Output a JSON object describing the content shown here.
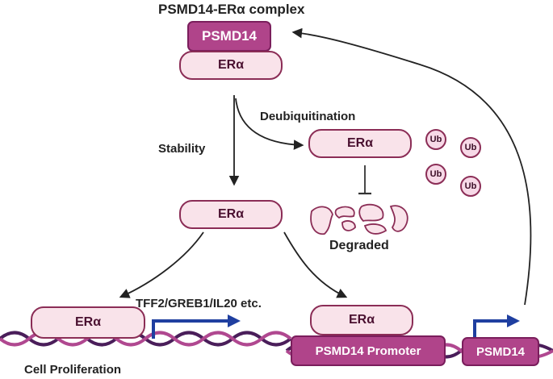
{
  "top": {
    "complex_title": "PSMD14-ERα complex",
    "psmd14_label": "PSMD14",
    "era_label": "ERα"
  },
  "pathways": {
    "stability_label": "Stability",
    "deubiquitination_label": "Deubiquitination"
  },
  "deubiq": {
    "era_label": "ERα",
    "ub_label": "Ub",
    "degraded_label": "Degraded"
  },
  "middle": {
    "era_label": "ERα"
  },
  "left_branch": {
    "era_label": "ERα",
    "genes_label": "TFF2/GREB1/IL20 etc.",
    "outcome_label": "Cell Proliferation"
  },
  "right_branch": {
    "era_label": "ERα",
    "promoter_label": "PSMD14 Promoter",
    "gene_label": "PSMD14"
  },
  "colors": {
    "era_fill": "#f9e3ea",
    "era_border": "#8b2d56",
    "psmd_fill": "#b0448a",
    "dna_dark": "#4a1e5a",
    "dna_light": "#b04890",
    "tss_arrow": "#1f3fa0",
    "arrow": "#222222"
  }
}
